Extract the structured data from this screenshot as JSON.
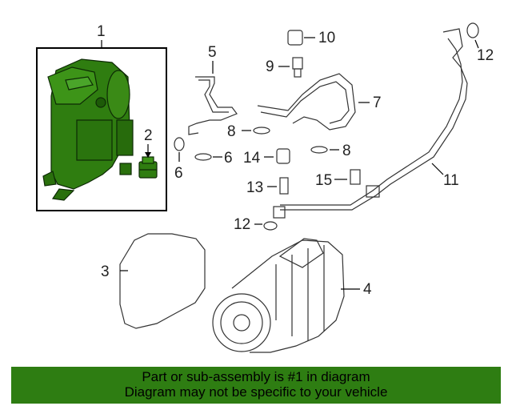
{
  "diagram": {
    "callouts": [
      "1",
      "2",
      "3",
      "4",
      "5",
      "6",
      "6",
      "7",
      "8",
      "8",
      "9",
      "10",
      "11",
      "12",
      "12",
      "13",
      "14",
      "15"
    ]
  },
  "banner": {
    "line1": "Part or sub-assembly is #1 in diagram",
    "line2": "Diagram may not be specific to your vehicle",
    "color": "#2e7d12"
  },
  "highlight": {
    "part_number": "1",
    "color": "#2f7d10"
  }
}
